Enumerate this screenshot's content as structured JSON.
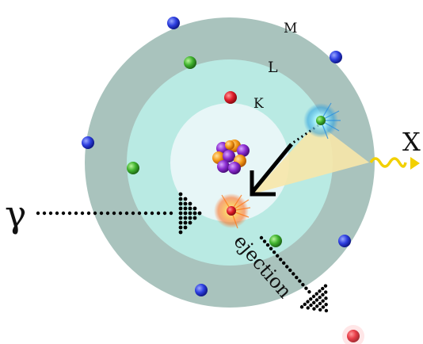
{
  "shell_labels": {
    "outer": "M",
    "middle": "L",
    "inner": "K"
  },
  "incoming_label": "γ",
  "emission_label": "X",
  "ejection_label": "ejection",
  "colors": {
    "shell_m": "#a9c3bd",
    "shell_l": "#b9eae3",
    "shell_k": "#e7f6f7",
    "electron_m": "blue",
    "electron_l": "green",
    "electron_k": "red",
    "xray": "#f2d000",
    "cone": "#f7e7a8"
  }
}
